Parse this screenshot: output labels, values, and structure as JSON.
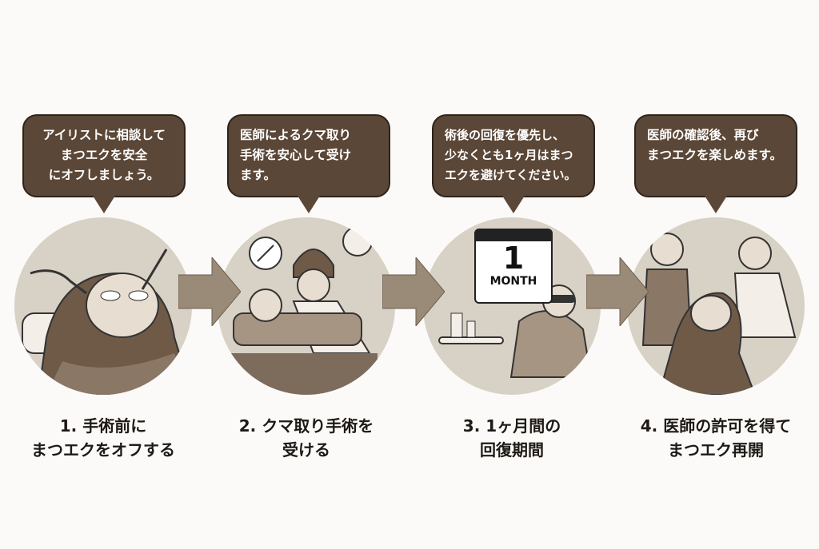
{
  "steps": [
    {
      "bubble": [
        "アイリストに相談して",
        "まつエクを安全",
        "にオフしましょう。"
      ],
      "title": [
        "1. 手術前に",
        "まつエクをオフする"
      ]
    },
    {
      "bubble": [
        "医師によるクマ取り",
        "手術を安心して受け",
        "ます。"
      ],
      "title": [
        "2. クマ取り手術を",
        "受ける"
      ]
    },
    {
      "bubble": [
        "術後の回復を優先し、",
        "少なくとも1ヶ月はまつ",
        "エクを避けてください。"
      ],
      "title": [
        "3. 1ヶ月間の",
        "回復期間"
      ],
      "calendar": {
        "number": "1",
        "unit": "MONTH"
      }
    },
    {
      "bubble": [
        "医師の確認後、再び",
        "まつエクを楽しめます。"
      ],
      "title": [
        "4. 医師の許可を得て",
        "まつエク再開"
      ]
    }
  ],
  "colors": {
    "bubble": "#5b4737",
    "circle": "#d8d1c5",
    "arrow": "#9a8a78"
  }
}
